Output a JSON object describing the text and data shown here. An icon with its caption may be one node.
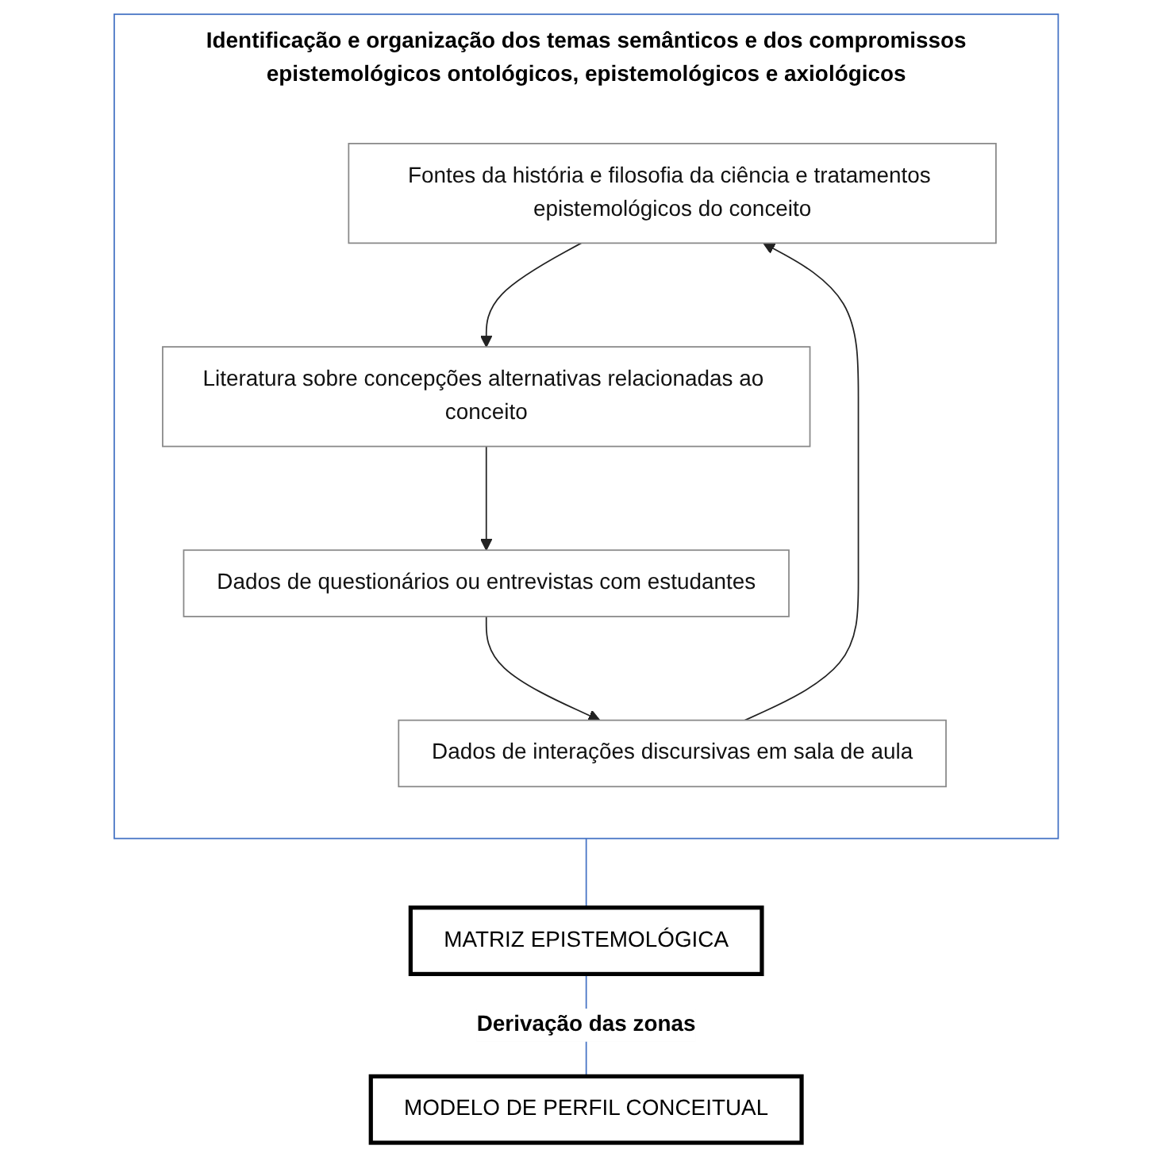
{
  "diagram": {
    "nodes": [
      {
        "text": [
          "Identificação e organização dos temas semânticos e dos compromissos epistemológicos ontológicos, epistemológicos e axiológicos"
        ]
      },
      {
        "text": [
          "Fontes da história e filosofia da ciência e tratamentos epistemológicos do conceito"
        ],
        "in": 0
      },
      {
        "text": [
          "Literatura sobre concepções alternativas relacionadas ao conceito"
        ],
        "in": 0
      },
      {
        "text": [
          "Dados de questionários ou entrevistas com estudantes"
        ],
        "in": 0
      },
      {
        "text": [
          "Dados de interações discursivas em sala de aula"
        ],
        "in": 0
      },
      {
        "text": [
          "MATRIZ EPISTEMOLÓGICA"
        ]
      },
      {
        "text": [
          "MODELO DE PERFIL CONCEITUAL"
        ]
      }
    ],
    "edges": [
      {
        "from": 1,
        "to": 2,
        "arrow": "to"
      },
      {
        "from": 2,
        "to": 3,
        "arrow": "to"
      },
      {
        "from": 3,
        "to": 4,
        "arrow": "to"
      },
      {
        "from": 4,
        "to": 1,
        "arrow": "to"
      },
      {
        "from": 0,
        "to": 5,
        "arrow": "none",
        "color": "#4472c4"
      },
      {
        "from": 5,
        "to": 6,
        "arrow": "none",
        "label": "Derivação das zonas",
        "color": "#4472c4"
      }
    ]
  }
}
